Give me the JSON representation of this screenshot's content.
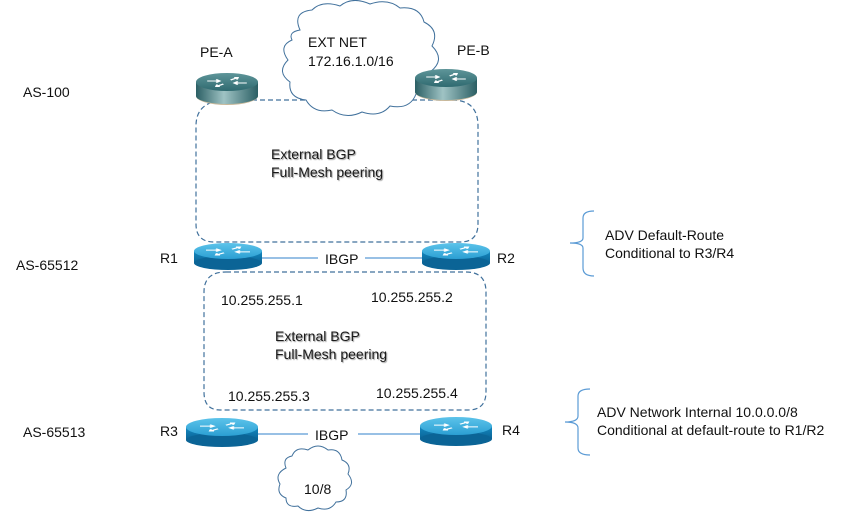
{
  "diagram": {
    "as_labels": [
      {
        "id": "as100",
        "text": "AS-100"
      },
      {
        "id": "as65512",
        "text": "AS-65512"
      },
      {
        "id": "as65513",
        "text": "AS-65513"
      }
    ],
    "routers": {
      "pe_a": {
        "name": "PE-A",
        "style": "dark-teal"
      },
      "pe_b": {
        "name": "PE-B",
        "style": "dark-teal"
      },
      "r1": {
        "name": "R1",
        "style": "blue"
      },
      "r2": {
        "name": "R2",
        "style": "blue"
      },
      "r3": {
        "name": "R3",
        "style": "blue"
      },
      "r4": {
        "name": "R4",
        "style": "blue"
      }
    },
    "clouds": {
      "ext_net": {
        "line1": "EXT NET",
        "line2": "172.16.1.0/16"
      },
      "internal": {
        "line1": "10/8"
      }
    },
    "peering_upper": {
      "line1": "External BGP",
      "line2": "Full-Mesh peering"
    },
    "peering_lower": {
      "line1": "External BGP",
      "line2": "Full-Mesh peering"
    },
    "links": {
      "r1_r2": "IBGP",
      "r3_r4": "IBGP"
    },
    "ip_addresses": {
      "r1": "10.255.255.1",
      "r2": "10.255.255.2",
      "r3": "10.255.255.3",
      "r4": "10.255.255.4"
    },
    "annotations": {
      "upper": {
        "line1": "ADV Default-Route",
        "line2": "Conditional to R3/R4"
      },
      "lower": {
        "line1": "ADV Network Internal 10.0.0.0/8",
        "line2": "Conditional at default-route to R1/R2"
      }
    },
    "colors": {
      "dashed_line": "#41719c",
      "link_line": "#5b9bd5",
      "cloud_stroke": "#41719c",
      "router_blue_top": "#3aa9d8",
      "router_blue_side": "#0e73a8",
      "router_teal_top": "#4f8a8f",
      "router_teal_side": "#2f6a70"
    }
  }
}
